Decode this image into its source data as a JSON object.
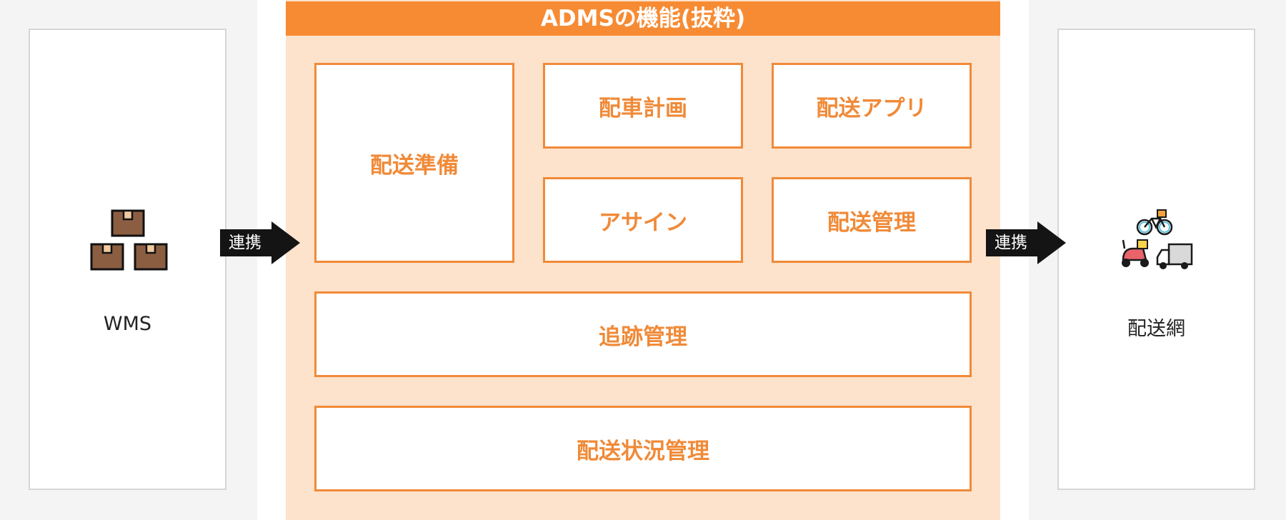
{
  "header": {
    "title": "ADMSの機能(抜粋)"
  },
  "left": {
    "label": "WMS",
    "icon": "boxes-icon"
  },
  "right": {
    "label": "配送網",
    "icon": "delivery-vehicles-icon"
  },
  "arrows": {
    "left": "連携",
    "right": "連携"
  },
  "functions": {
    "prep": "配送準備",
    "dispatch_plan": "配車計画",
    "delivery_app": "配送アプリ",
    "assign": "アサイン",
    "delivery_mgmt": "配送管理",
    "tracking": "追跡管理",
    "status_mgmt": "配送状況管理"
  },
  "colors": {
    "accent": "#f78b33",
    "panel_bg": "#fde2cc",
    "box_border": "#f08a38"
  }
}
